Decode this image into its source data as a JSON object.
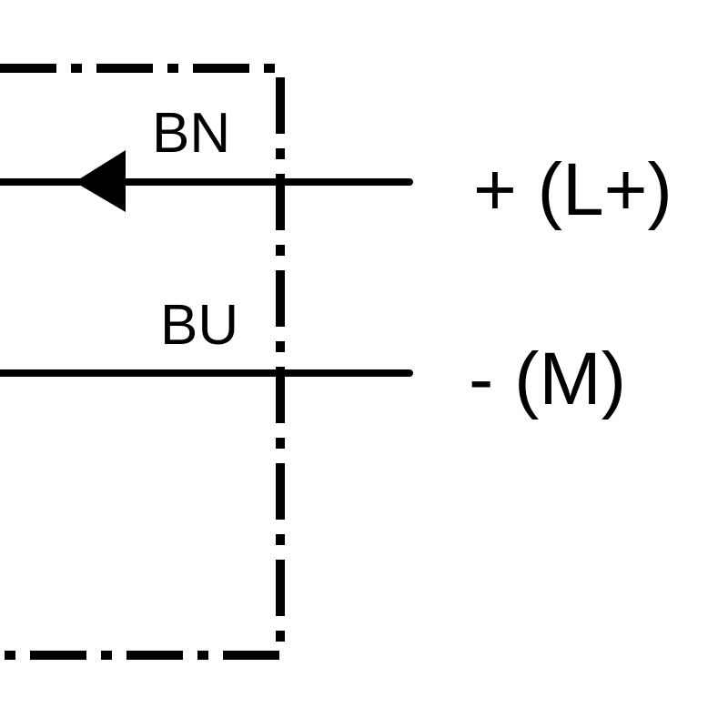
{
  "diagram": {
    "wires": [
      {
        "label": "BN",
        "terminal": "+ (L+)",
        "arrow": "left"
      },
      {
        "label": "BU",
        "terminal": "- (M)"
      }
    ],
    "colors": {
      "stroke": "#000000",
      "background": "#ffffff"
    }
  }
}
